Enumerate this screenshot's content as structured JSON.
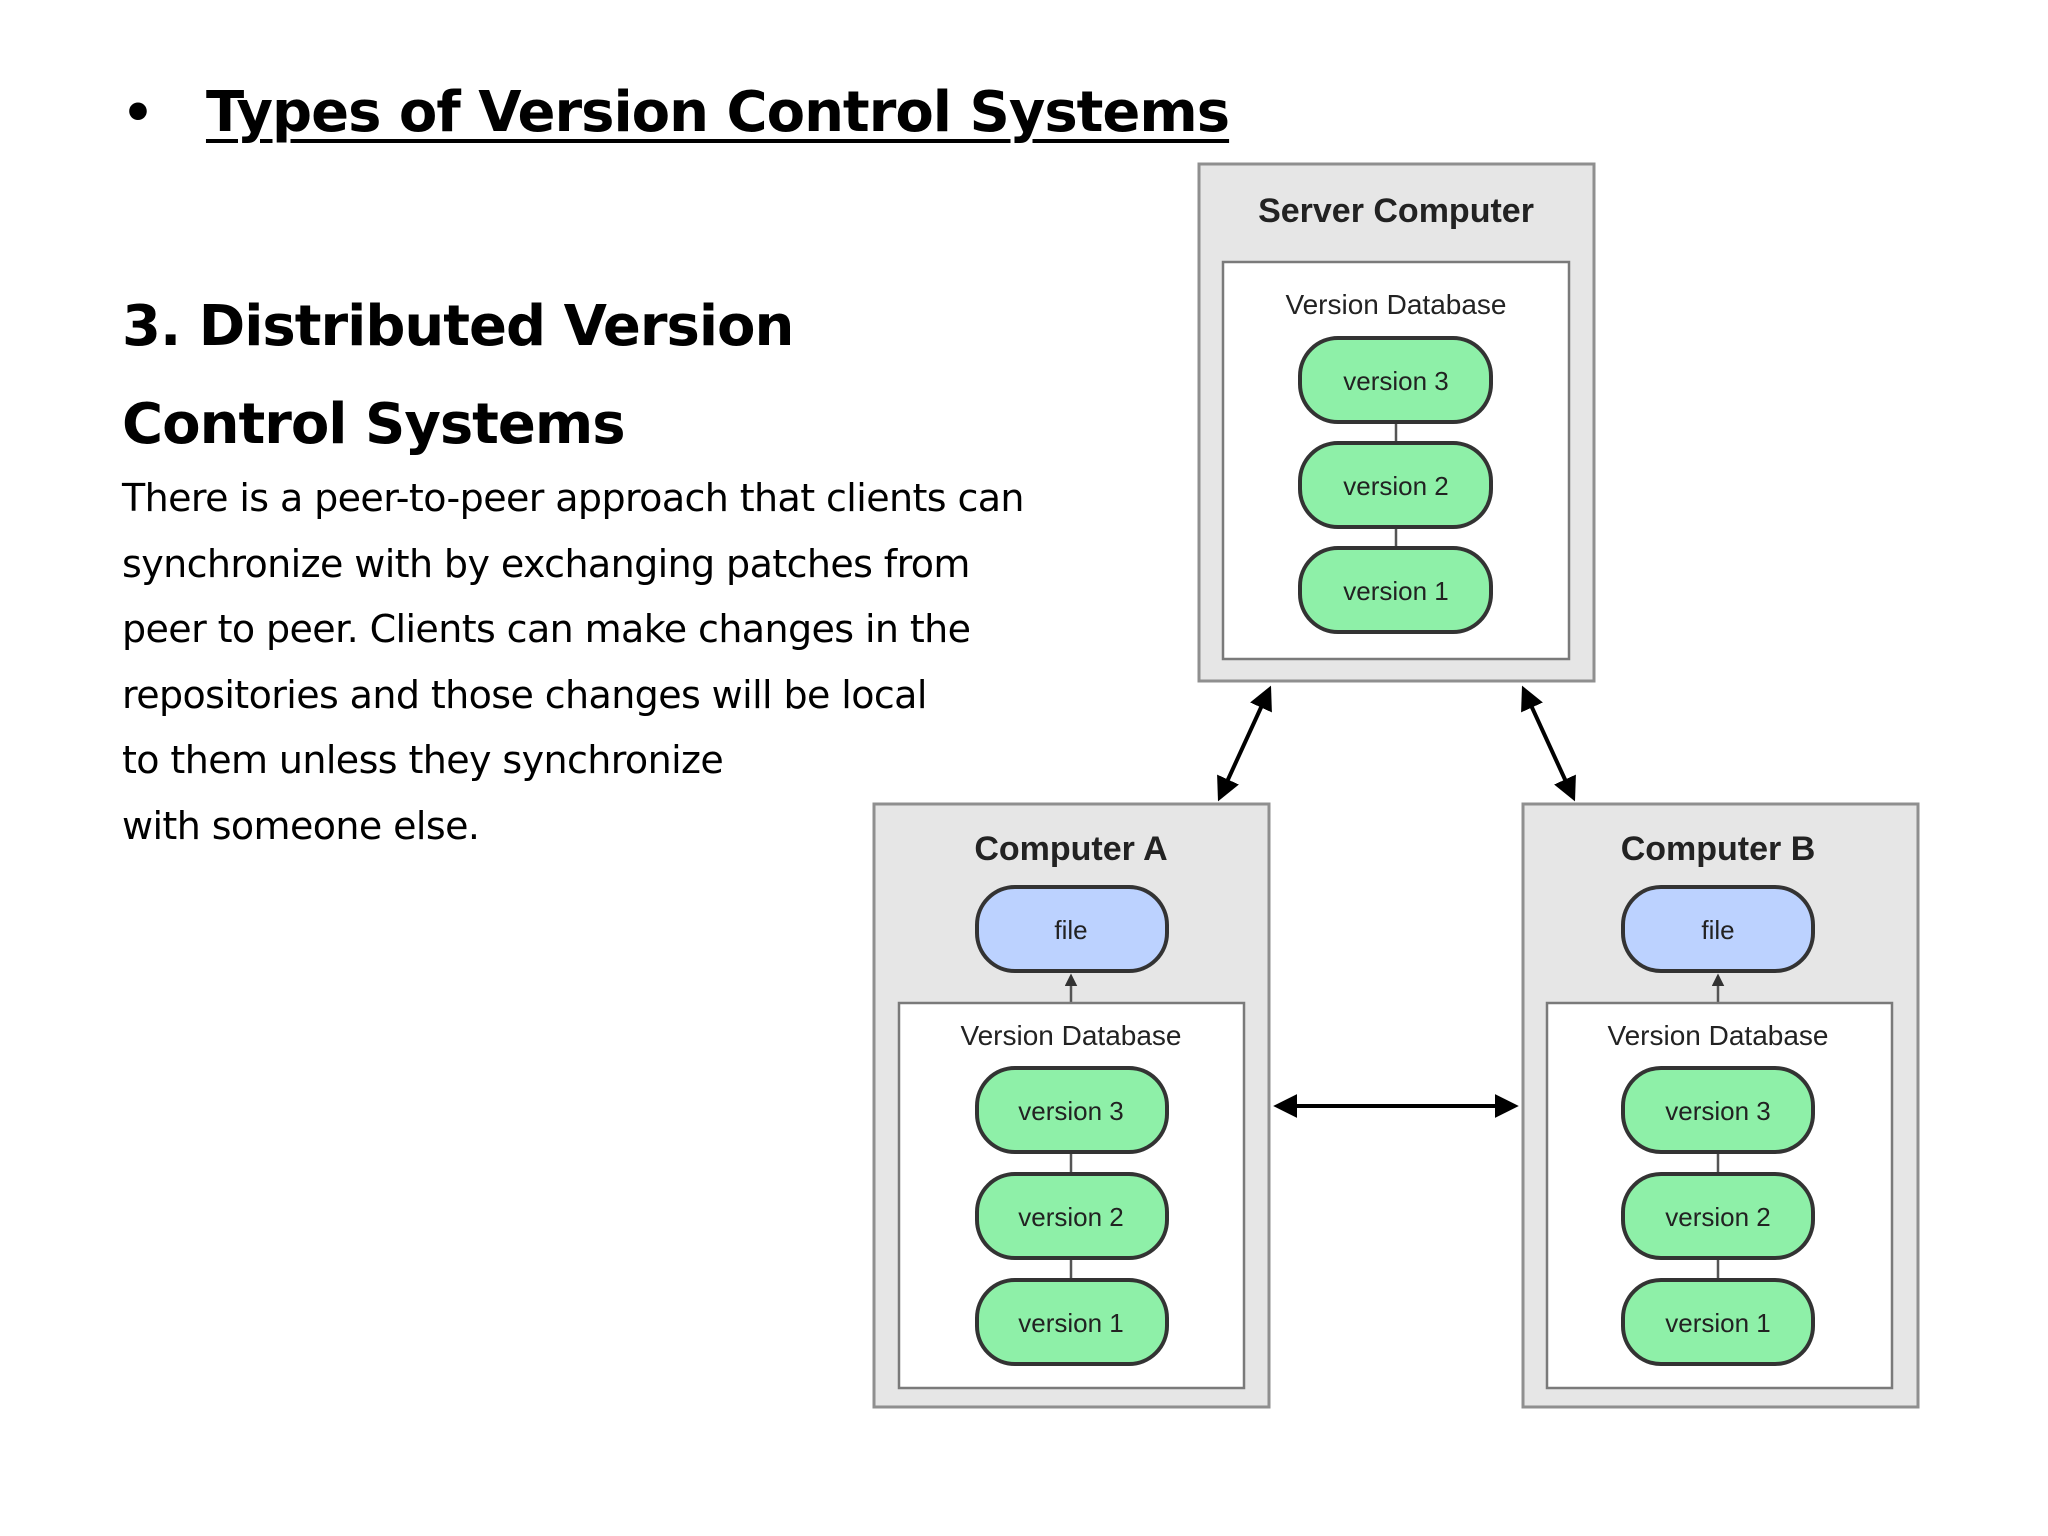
{
  "slide": {
    "bullet": "•",
    "title": "Types of Version Control Systems",
    "heading_lines": [
      "3. Distributed Version",
      "Control Systems"
    ],
    "body_lines": [
      "There is a peer-to-peer approach that clients can",
      "synchronize with by exchanging patches from",
      "peer to peer. Clients can make changes in the",
      "repositories and those changes will be local",
      "to them unless they synchronize",
      "with someone else."
    ]
  },
  "diagram": {
    "server": {
      "title": "Server Computer",
      "db_label": "Version Database",
      "versions": [
        "version 3",
        "version 2",
        "version 1"
      ]
    },
    "computer_a": {
      "title": "Computer A",
      "file_label": "file",
      "db_label": "Version Database",
      "versions": [
        "version 3",
        "version 2",
        "version 1"
      ]
    },
    "computer_b": {
      "title": "Computer B",
      "file_label": "file",
      "db_label": "Version Database",
      "versions": [
        "version 3",
        "version 2",
        "version 1"
      ]
    },
    "colors": {
      "version_fill": "#8ef0a8",
      "file_fill": "#bcd2ff",
      "box_fill": "#e6e6e6"
    }
  }
}
